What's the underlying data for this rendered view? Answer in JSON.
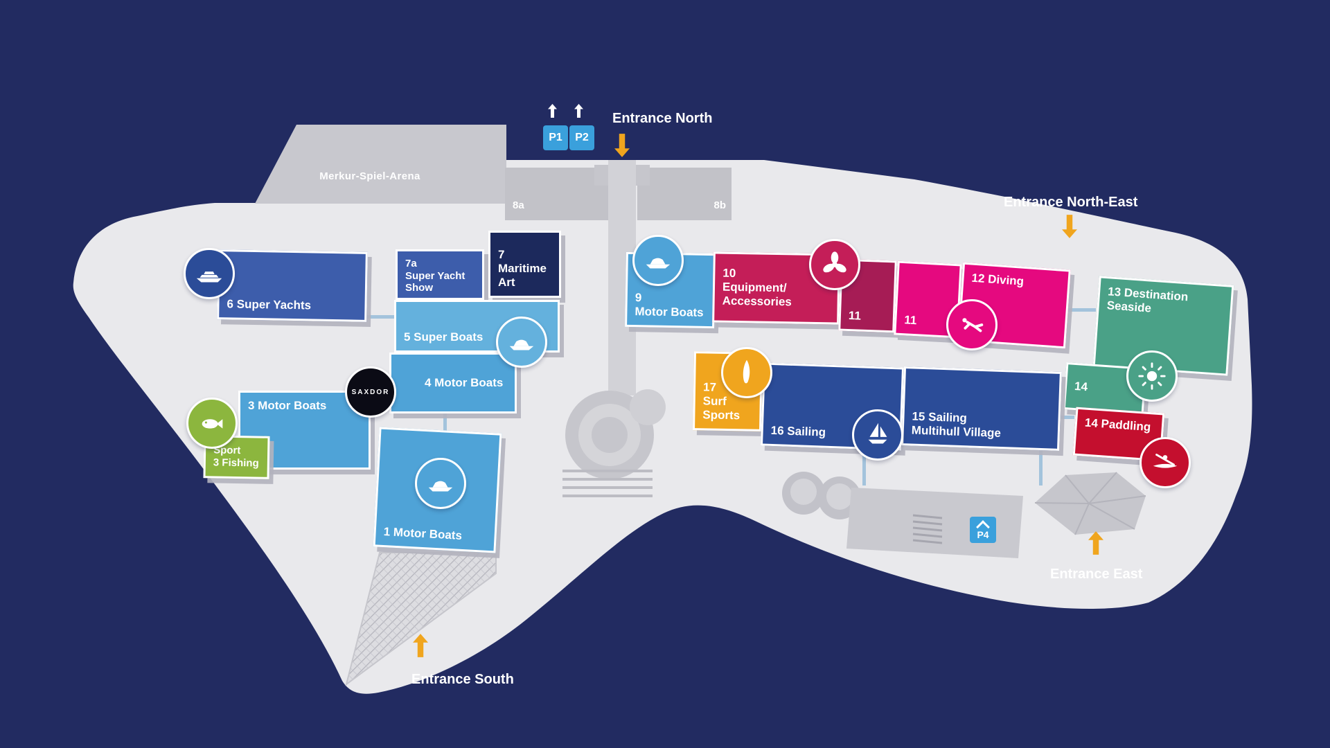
{
  "colors": {
    "background": "#222b61",
    "ground": "#e9e9ec",
    "structures": "#c8c8ce",
    "royal_blue": "#3d5dab",
    "navy": "#1c295c",
    "light_blue": "#4fa3d7",
    "pale_blue": "#64b1dd",
    "dark_blue": "#2b4c98",
    "green": "#8cb63e",
    "teal": "#4aa187",
    "crimson": "#c41e58",
    "dark_crimson": "#a61c55",
    "magenta": "#e5097f",
    "red": "#c40f2e",
    "orange": "#f0a51e",
    "parking_blue": "#3aa0dc"
  },
  "arena": {
    "label": "Merkur-Spiel-Arena"
  },
  "gray_halls": [
    {
      "label": "8a"
    },
    {
      "label": "8b"
    }
  ],
  "entrances": {
    "north": "Entrance North",
    "north_east": "Entrance North-East",
    "east": "Entrance East",
    "south": "Entrance South"
  },
  "parking": {
    "p1": "P1",
    "p2": "P2",
    "p4": "P4"
  },
  "halls": [
    {
      "id": "6",
      "label": "6 Super Yachts",
      "color": "#3d5dab"
    },
    {
      "id": "7a",
      "label": "7a\nSuper Yacht\nShow",
      "color": "#3d5dab"
    },
    {
      "id": "7",
      "label": "7 Maritime\nArt",
      "color": "#1c295c"
    },
    {
      "id": "5",
      "label": "5 Super Boats",
      "color": "#64b1dd"
    },
    {
      "id": "4",
      "label": "4 Motor Boats",
      "color": "#4fa3d7"
    },
    {
      "id": "3",
      "label": "3 Motor Boats",
      "color": "#4fa3d7"
    },
    {
      "id": "3f",
      "label": "Sport\n3 Fishing",
      "color": "#8cb63e"
    },
    {
      "id": "1",
      "label": "1 Motor Boats",
      "color": "#4fa3d7"
    },
    {
      "id": "9",
      "label": "9\nMotor Boats",
      "color": "#4fa3d7"
    },
    {
      "id": "10",
      "label": "10\nEquipment/\nAccessories",
      "color": "#c41e58"
    },
    {
      "id": "11",
      "label": "11",
      "color": "#a61c55"
    },
    {
      "id": "11b",
      "label": "11",
      "color": "#e5097f"
    },
    {
      "id": "12",
      "label": "12 Diving",
      "color": "#e5097f"
    },
    {
      "id": "13",
      "label": "13 Destination\nSeaside",
      "color": "#4aa187"
    },
    {
      "id": "14",
      "label": "14",
      "color": "#4aa187"
    },
    {
      "id": "14p",
      "label": "14 Paddling",
      "color": "#c40f2e"
    },
    {
      "id": "17",
      "label": "17\nSurf Sports",
      "color": "#f0a51e"
    },
    {
      "id": "16",
      "label": "16 Sailing",
      "color": "#2b4c98"
    },
    {
      "id": "15",
      "label": "15 Sailing\nMultihull Village",
      "color": "#2b4c98"
    }
  ],
  "logos": {
    "saxdor": "SAXDOR"
  },
  "icons": [
    "super-yacht-icon",
    "motor-boat-icon",
    "fish-icon",
    "propeller-icon",
    "diver-icon",
    "sun-icon",
    "kayak-icon",
    "surfboard-icon",
    "sailboat-icon",
    "up-arrow-icon",
    "down-arrow-icon",
    "covered-parking-icon",
    "saxdor-logo"
  ]
}
